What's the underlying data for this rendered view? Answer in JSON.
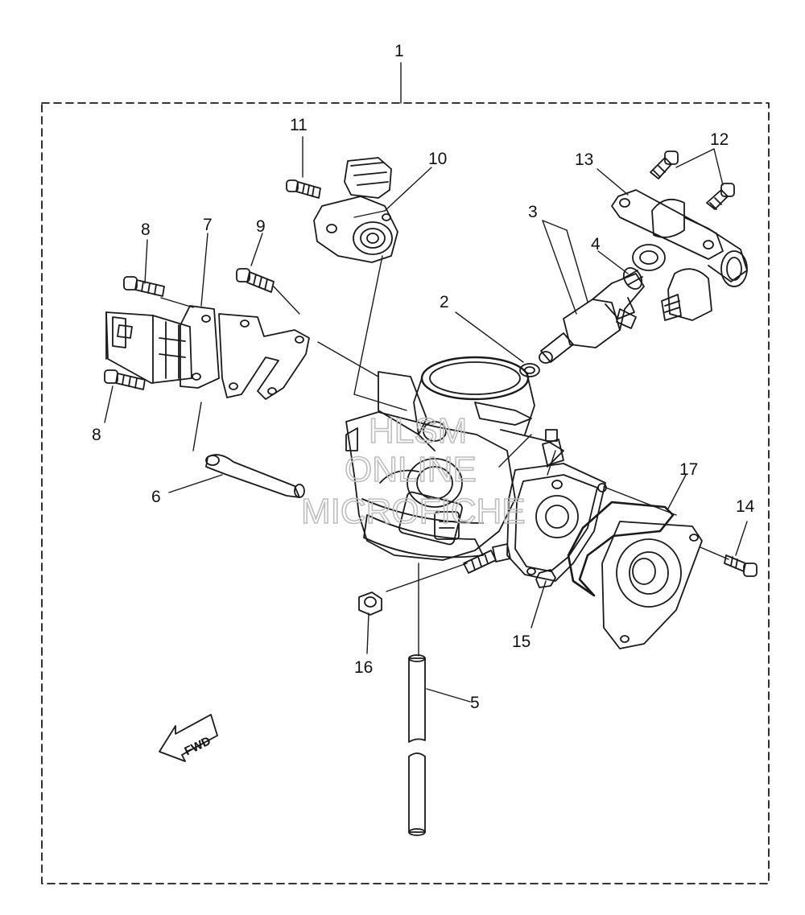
{
  "diagram": {
    "labels": {
      "l1": "1",
      "l2": "2",
      "l3": "3",
      "l4": "4",
      "l5": "5",
      "l6": "6",
      "l7": "7",
      "l8a": "8",
      "l8b": "8",
      "l9": "9",
      "l10": "10",
      "l11": "11",
      "l12": "12",
      "l13": "13",
      "l14": "14",
      "l15": "15",
      "l16": "16",
      "l17": "17"
    },
    "fwd_label": "FWD",
    "watermark": [
      "HLSM",
      "ONLINE",
      "MICROFICHE"
    ],
    "colors": {
      "line": "#1a1a1a",
      "shade": "#9a9a9a",
      "watermark": "#bdbdbd"
    }
  }
}
